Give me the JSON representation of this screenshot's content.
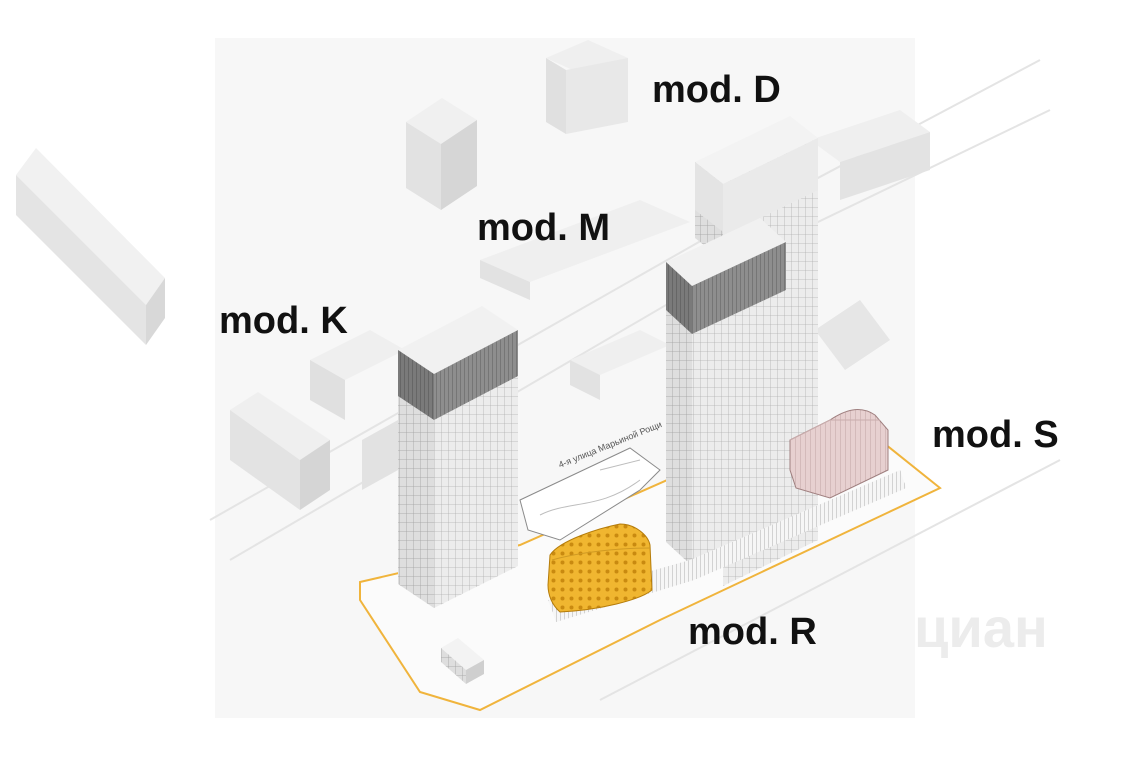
{
  "diagram": {
    "labels": {
      "mod_d": "mod. D",
      "mod_m": "mod. M",
      "mod_k": "mod. K",
      "mod_s": "mod. S",
      "mod_r": "mod. R"
    },
    "street_name": "4-я улица Марьиной Рощи",
    "watermark": "циан",
    "colors": {
      "background": "#ffffff",
      "context_building": "#ececec",
      "tower": "#e9e9e9",
      "tower_crown": "#8c8c8c",
      "mod_r_fill": "#f2b92f",
      "mod_s_fill": "#e9d4d4",
      "site_outline": "#f0b43c"
    }
  }
}
